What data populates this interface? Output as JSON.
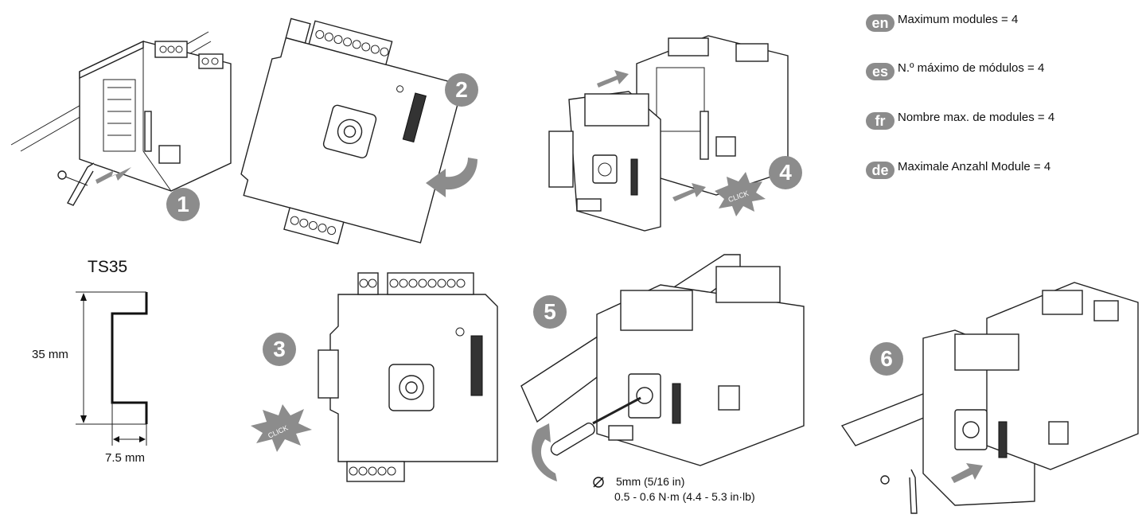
{
  "steps": [
    "1",
    "2",
    "3",
    "4",
    "5",
    "6"
  ],
  "click_label": "CLICK",
  "languages": [
    {
      "code": "en",
      "text": "Maximum modules = 4"
    },
    {
      "code": "es",
      "text": "N.º máximo de módulos = 4"
    },
    {
      "code": "fr",
      "text": "Nombre max. de modules = 4"
    },
    {
      "code": "de",
      "text": "Maximale Anzahl Module = 4"
    }
  ],
  "rail": {
    "title": "TS35",
    "height_label": "35 mm",
    "depth_label": "7.5 mm"
  },
  "torque": {
    "screwdriver": "5mm (5/16 in)",
    "value": "0.5 - 0.6 N·m (4.4 - 5.3 in·lb)"
  },
  "colors": {
    "badge": "#8c8c8c",
    "line": "#222222",
    "background": "#ffffff"
  },
  "icons": {
    "diameter": "diameter-icon",
    "arrow": "grey-arrow-icon",
    "click_burst": "click-burst-icon"
  }
}
